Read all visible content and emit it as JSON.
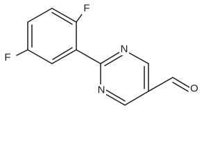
{
  "molecule": {
    "atoms": {
      "f1": "F",
      "f2": "F",
      "n1": "N",
      "n2": "N",
      "o1": "O"
    },
    "colors": {
      "bond": "#1a1a1a",
      "label": "#1a1a1a",
      "background": "#ffffff"
    }
  }
}
